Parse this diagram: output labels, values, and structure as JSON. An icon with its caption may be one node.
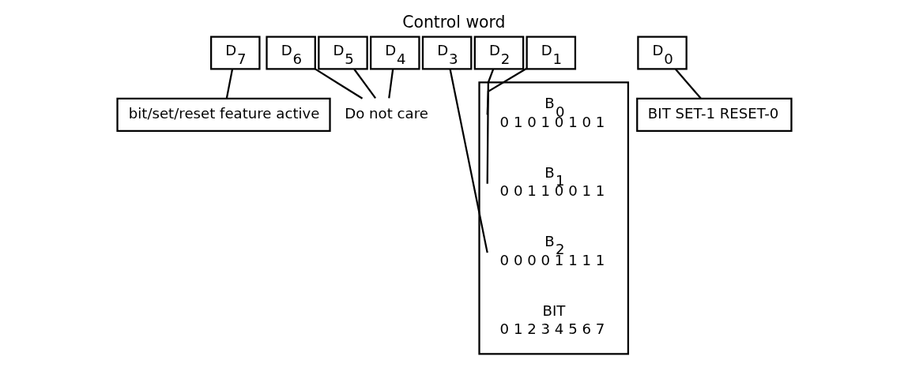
{
  "diagram": {
    "title": "Control word",
    "nodes": [
      {
        "text": [
          "D$_{7}$"
        ]
      },
      {
        "text": [
          "D$_{6}$"
        ]
      },
      {
        "text": [
          "D$_{5}$"
        ]
      },
      {
        "text": [
          "D$_{4}$"
        ]
      },
      {
        "text": [
          "D$_{3}$"
        ]
      },
      {
        "text": [
          "D$_{2}$"
        ]
      },
      {
        "text": [
          "D$_{1}$"
        ]
      },
      {
        "text": [
          "D$_{0}$"
        ]
      },
      {
        "text": [
          "bit/set/reset feature active"
        ]
      },
      {
        "text": [
          "Do not care"
        ]
      },
      {
        "text": [
          "BIT SET-1 RESET-0"
        ]
      },
      {
        "text": [],
        "shape": "box"
      },
      {
        "text": [
          "B$_{0}$",
          "0 1 0 1 0 1 0 1"
        ],
        "in": 11
      },
      {
        "text": [
          "B$_{1}$",
          "0 0 1 1 0 0 1 1"
        ],
        "in": 11
      },
      {
        "text": [
          "B$_{2}$",
          "0 0 0 0 1 1 1 1"
        ],
        "in": 11
      },
      {
        "text": [
          "BIT",
          "0 1 2 3 4 5 6 7"
        ],
        "in": 11
      }
    ],
    "edges": [
      {
        "from": 0,
        "to": 8,
        "arrow": "none"
      },
      {
        "from": 1,
        "to": 9,
        "arrow": "none"
      },
      {
        "from": 2,
        "to": 9,
        "arrow": "none"
      },
      {
        "from": 3,
        "to": 9,
        "arrow": "none"
      },
      {
        "from": 7,
        "to": 10,
        "arrow": "none"
      },
      {
        "from": 6,
        "to": 12,
        "arrow": "none"
      },
      {
        "from": 5,
        "to": 13,
        "arrow": "none"
      },
      {
        "from": 4,
        "to": 14,
        "arrow": "none"
      }
    ]
  }
}
